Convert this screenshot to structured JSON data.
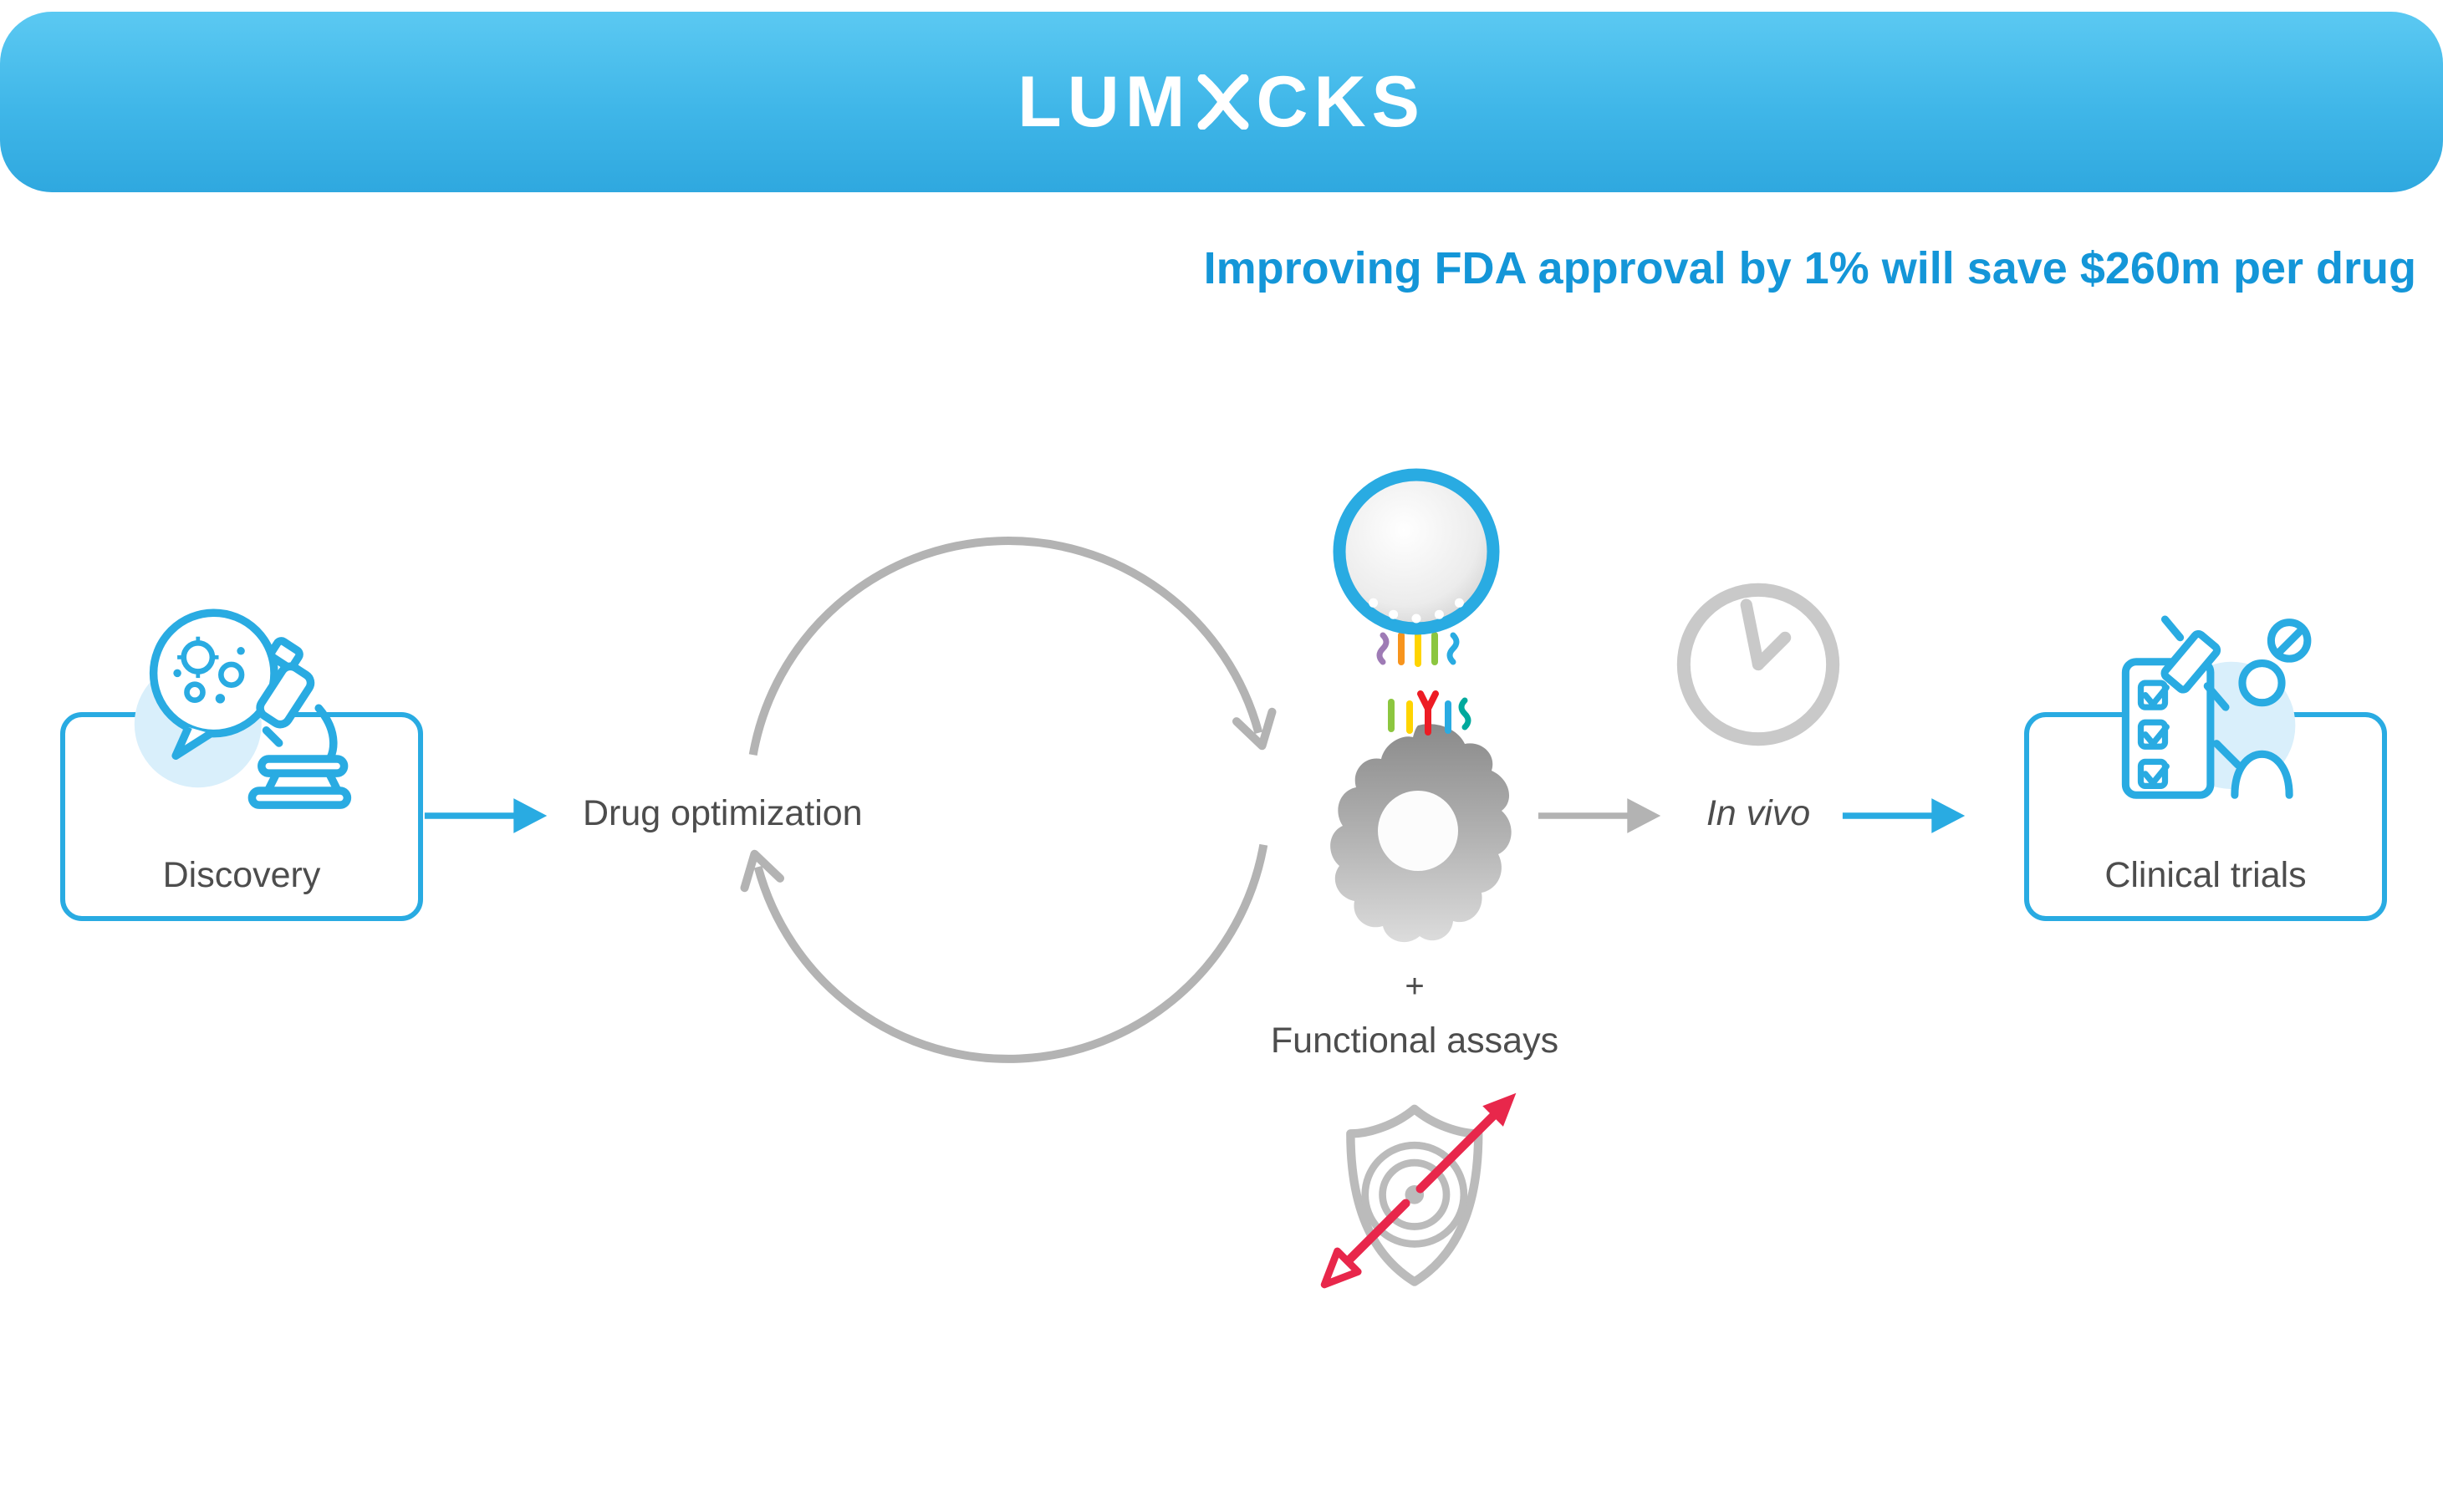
{
  "brand": {
    "logo_prefix": "LUM",
    "logo_suffix": "CKS"
  },
  "headline": {
    "text": "Improving FDA approval by 1% will save $260m per drug"
  },
  "pipeline": {
    "discovery_label": "Discovery",
    "drug_optimization_label": "Drug optimization",
    "plus_sign": "+",
    "functional_assays_label": "Functional assays",
    "in_vivo_label": "In vivo",
    "clinical_trials_label": "Clinical trials"
  },
  "icons": {
    "dna-x-icon": "crossed DNA strands forming the X of the LUMICKS logo",
    "microscope-pathogen-icon": "microscope with pathogen speech bubble",
    "cycle-arrows-icon": "circular optimization loop arrows",
    "bead-cell-assay-icon": "optical tweezers bead binding receptors on a cell",
    "shield-target-darts-icon": "target shield pierced by two darts",
    "clock-icon": "clock / time to in vivo",
    "patient-treatment-icon": "patient with syringe and checklist"
  },
  "colors": {
    "brand_blue": "#29ABE2",
    "headline_blue": "#1496D8",
    "banner_top": "#5BC9F2",
    "banner_bottom": "#2FA8DF",
    "text_gray": "#4D4D4D",
    "line_gray": "#B3B3B3",
    "accent_red": "#E8274B"
  }
}
